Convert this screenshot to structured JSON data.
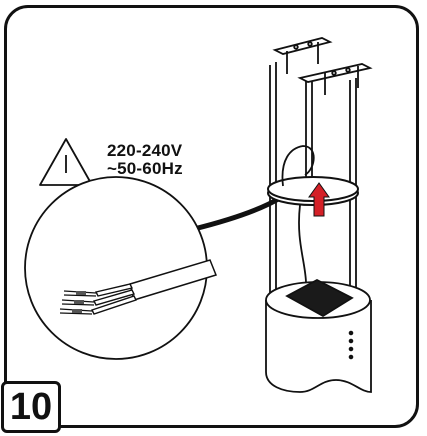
{
  "step": {
    "number": "10"
  },
  "warning": {
    "voltage": "220-240V",
    "frequency": "~50-60Hz",
    "icon": "warning-triangle-icon"
  },
  "colors": {
    "outline": "#111111",
    "arrow": "#d42027",
    "filter": "#1a1a1a"
  }
}
